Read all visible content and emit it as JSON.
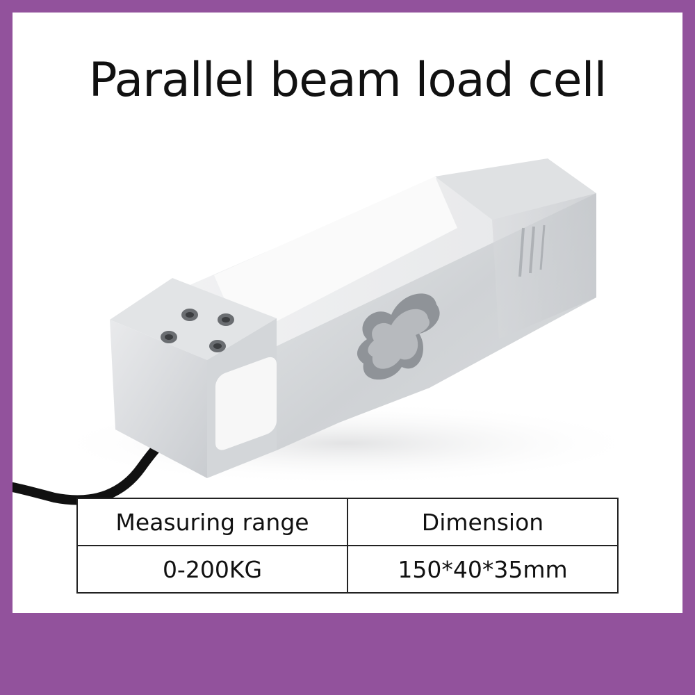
{
  "title": "Parallel beam load cell",
  "product_image": {
    "icon": "parallel-beam-load-cell",
    "colors": {
      "aluminum": "#d8dadc",
      "cable": "#111111",
      "background": "#ffffff"
    }
  },
  "spec_table": {
    "headers": [
      "Measuring range",
      "Dimension"
    ],
    "row": [
      "0-200KG",
      "150*40*35mm"
    ]
  },
  "colors": {
    "frame": "#92529c",
    "card": "#ffffff",
    "text": "#111111"
  }
}
